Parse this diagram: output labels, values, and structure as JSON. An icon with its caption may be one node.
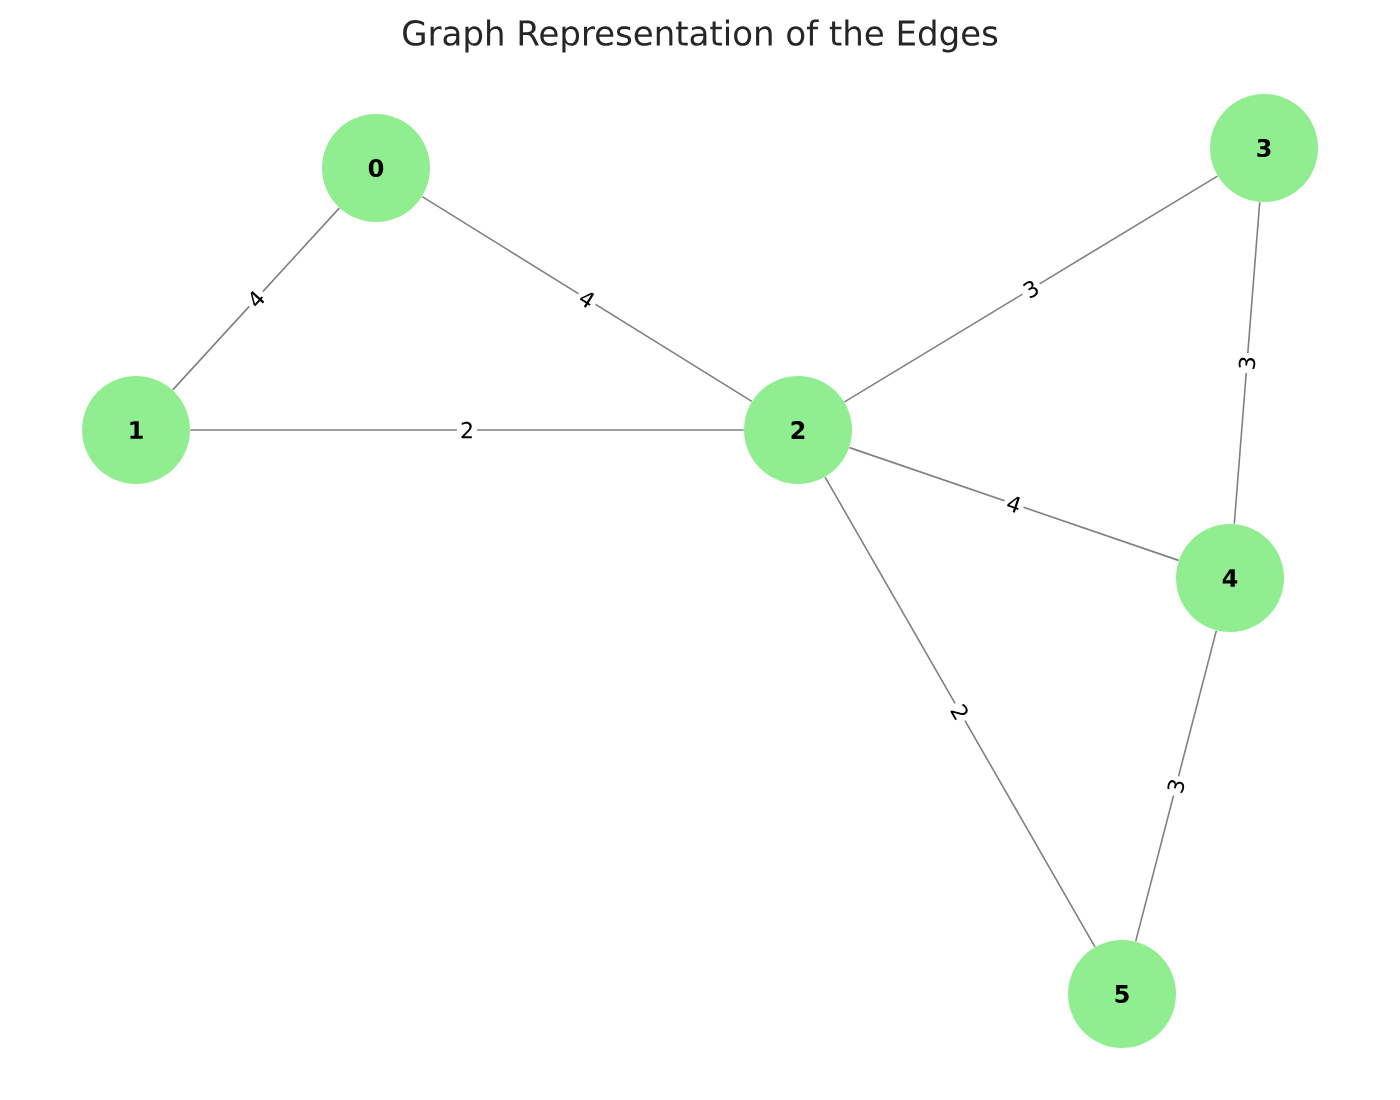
{
  "diagram": {
    "title": "Graph Representation of the Edges",
    "nodes": [
      {
        "text": [
          "0"
        ]
      },
      {
        "text": [
          "1"
        ]
      },
      {
        "text": [
          "2"
        ]
      },
      {
        "text": [
          "3"
        ]
      },
      {
        "text": [
          "4"
        ]
      },
      {
        "text": [
          "5"
        ]
      }
    ],
    "edges": [
      {
        "from": 0,
        "to": 1,
        "arrow": "none",
        "label": "4"
      },
      {
        "from": 0,
        "to": 2,
        "arrow": "none",
        "label": "4"
      },
      {
        "from": 1,
        "to": 2,
        "arrow": "none",
        "label": "2"
      },
      {
        "from": 2,
        "to": 3,
        "arrow": "none",
        "label": "3"
      },
      {
        "from": 2,
        "to": 4,
        "arrow": "none",
        "label": "4"
      },
      {
        "from": 2,
        "to": 5,
        "arrow": "none",
        "label": "2"
      },
      {
        "from": 3,
        "to": 4,
        "arrow": "none",
        "label": "3"
      },
      {
        "from": 4,
        "to": 5,
        "arrow": "none",
        "label": "3"
      }
    ]
  }
}
